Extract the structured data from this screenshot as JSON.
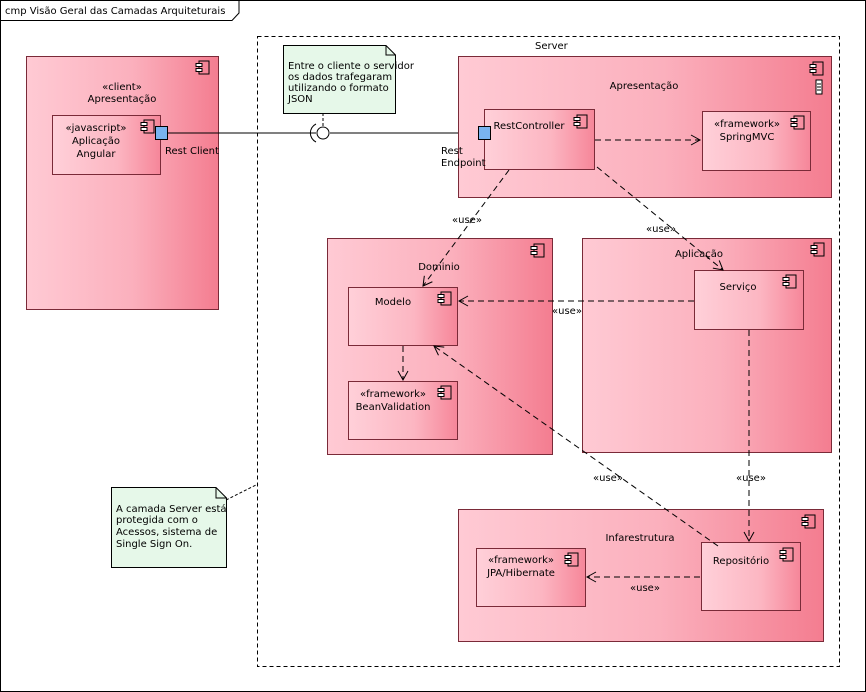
{
  "frame": {
    "title": "cmp Visão Geral das Camadas Arquiteturais"
  },
  "server": {
    "label": "Server"
  },
  "client_node": {
    "stereotype": "«client»",
    "name": "Apresentação"
  },
  "angular": {
    "stereotype": "«javascript»",
    "line1": "Aplicação",
    "line2": "Angular"
  },
  "rest_client": {
    "label": "Rest Client"
  },
  "rest_endpoint": {
    "line1": "Rest",
    "line2": "Endpoint"
  },
  "note_top": {
    "lines": [
      "Entre o cliente o servidor",
      "os dados trafegaram",
      "utilizando o formato",
      "JSON"
    ]
  },
  "note_bottom": {
    "lines": [
      "A camada Server está",
      "protegida com o",
      "Acessos, sistema de",
      "Single Sign On."
    ]
  },
  "apresentacao": {
    "name": "Apresentação"
  },
  "rest_controller": {
    "name": "RestController"
  },
  "spring_mvc": {
    "stereotype": "«framework»",
    "name": "SpringMVC"
  },
  "dominio": {
    "name": "Dominio"
  },
  "modelo": {
    "name": "Modelo"
  },
  "bean_validation": {
    "stereotype": "«framework»",
    "name": "BeanValidation"
  },
  "aplicacao": {
    "name": "Aplicação"
  },
  "servico": {
    "name": "Serviço"
  },
  "infraestrutura": {
    "name": "Infarestrutura"
  },
  "repositorio": {
    "name": "Repositório"
  },
  "jpa": {
    "stereotype": "«framework»",
    "name": "JPA/Hibernate"
  },
  "use_labels": {
    "rest_modelo": "«use»",
    "rest_servico": "«use»",
    "servico_modelo": "«use»",
    "repo_modelo": "«use»",
    "servico_repo": "«use»",
    "repo_jpa": "«use»"
  },
  "colors": {
    "fill_light": "#ffc6d0",
    "fill_dark": "#f77d90",
    "border": "#7a2a38",
    "note_fill": "#e6f8e9",
    "port": "#79b4f0"
  }
}
